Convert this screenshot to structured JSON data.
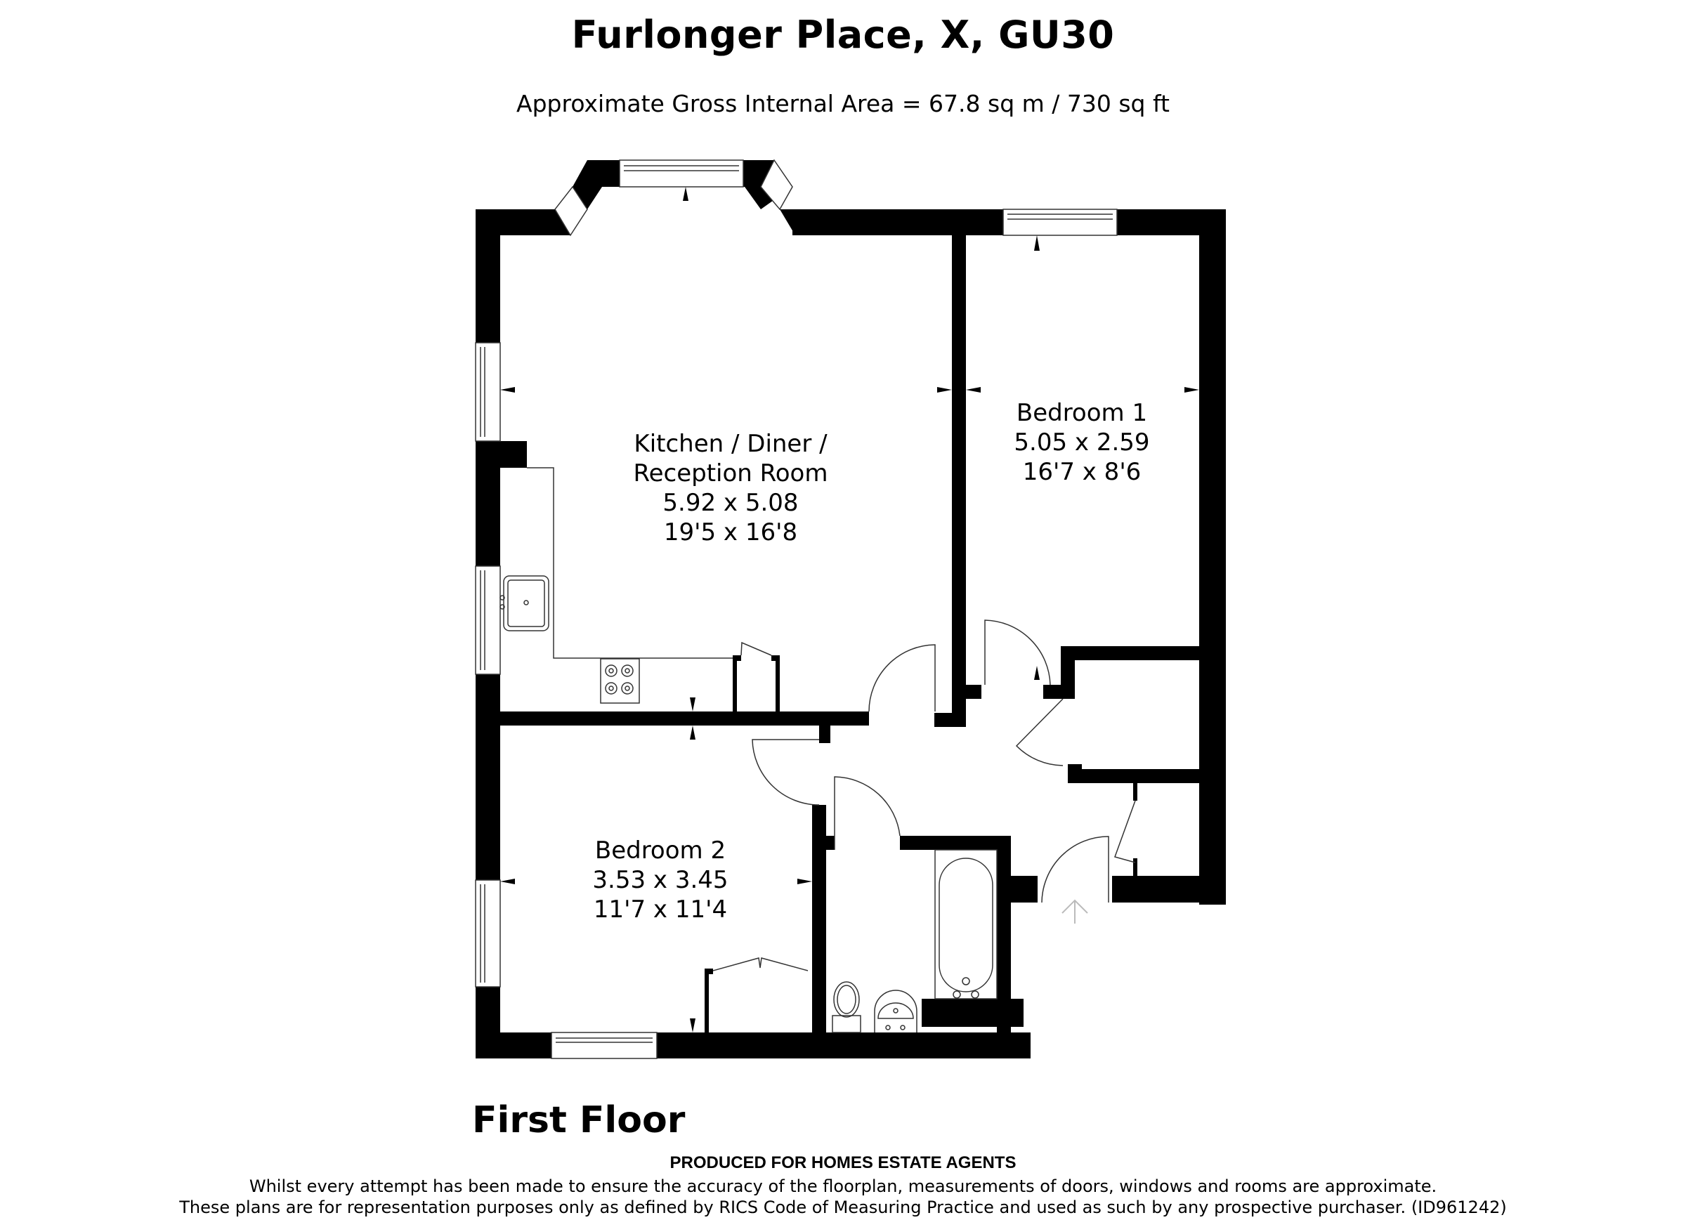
{
  "header": {
    "title": "Furlonger Place, X, GU30",
    "area": "Approximate Gross Internal Area = 67.8 sq m / 730 sq ft"
  },
  "floor": {
    "label": "First Floor"
  },
  "rooms": [
    {
      "name_line1": "Kitchen / Diner /",
      "name_line2": "Reception Room",
      "metric": "5.92 x 5.08",
      "imperial": "19'5 x 16'8"
    },
    {
      "name_line1": "Bedroom 1",
      "metric": "5.05 x 2.59",
      "imperial": "16'7 x 8'6"
    },
    {
      "name_line1": "Bedroom 2",
      "metric": "3.53 x 3.45",
      "imperial": "11'7 x 11'4"
    }
  ],
  "footer": {
    "produced": "PRODUCED FOR HOMES ESTATE AGENTS",
    "line1": "Whilst every attempt has been made to ensure the accuracy of the floorplan, measurements of doors, windows and rooms are approximate.",
    "line2": "These plans are for representation purposes only as defined by RICS Code of Measuring Practice and used as such by any prospective purchaser. (ID961242)"
  },
  "icons": {
    "entrance": "entrance-arrow-icon",
    "window": "window-icon",
    "door": "door-swing-icon",
    "sink": "sink-icon",
    "hob": "hob-icon",
    "bath": "bath-icon",
    "toilet": "toilet-icon",
    "basin": "basin-icon"
  },
  "colors": {
    "wall": "#000000",
    "background": "#ffffff",
    "fixture_line": "#333333",
    "entrance_arrow": "#bbbbbb"
  }
}
